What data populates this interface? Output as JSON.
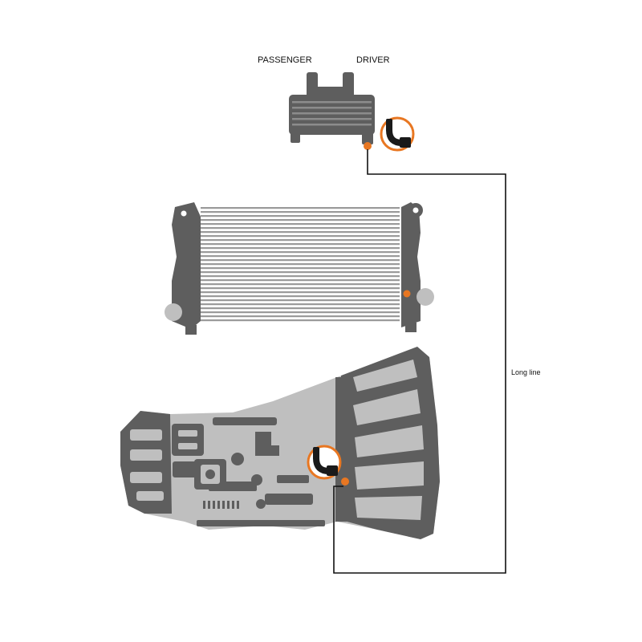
{
  "labels": {
    "passenger": "PASSENGER",
    "driver": "DRIVER",
    "long_line": "Long line"
  },
  "colors": {
    "body_dark": "#5e5e5e",
    "body_light": "#bfbfbf",
    "accent_orange": "#e87722",
    "fitting_black": "#1a1a1a",
    "line": "#111111"
  },
  "icons": {
    "fitting_icon": "90-degree-hose-fitting",
    "port_marker": "orange-dot"
  }
}
